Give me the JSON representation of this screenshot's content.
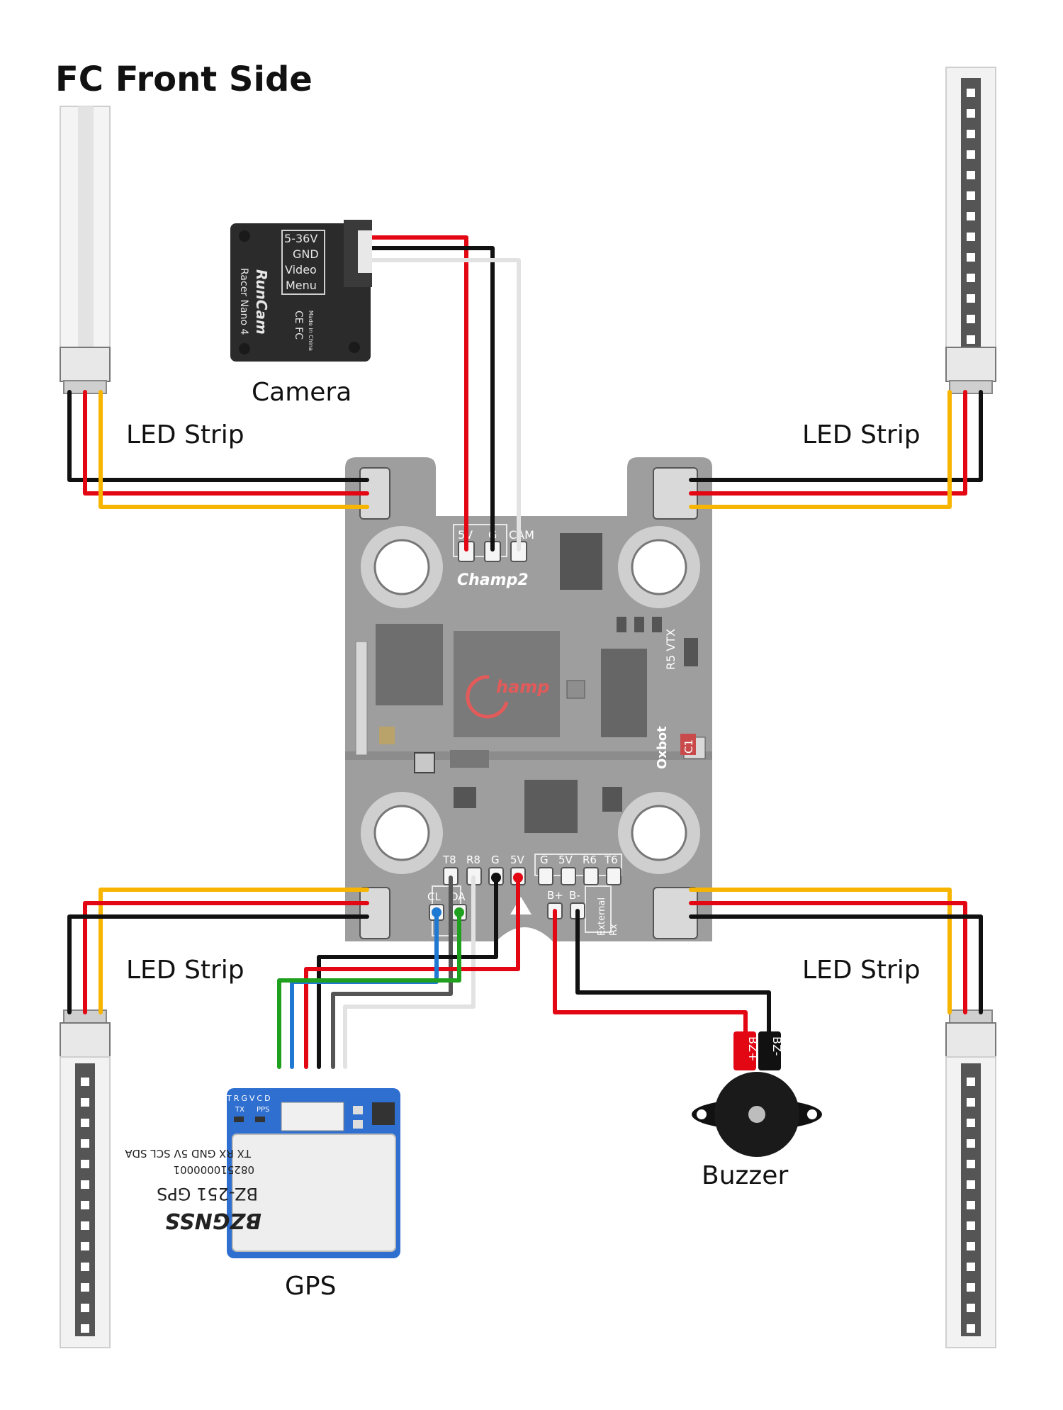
{
  "title": "FC Front Side",
  "labels": {
    "camera": "Camera",
    "led_strip_top_left": "LED Strip",
    "led_strip_top_right": "LED Strip",
    "led_strip_bottom_left": "LED Strip",
    "led_strip_bottom_right": "LED Strip",
    "gps": "GPS",
    "buzzer": "Buzzer"
  },
  "camera": {
    "pin_labels": [
      "5-36V",
      "GND",
      "Video",
      "Menu"
    ],
    "brand": "RunCam",
    "model": "Racer Nano 4",
    "cert": "CE FC",
    "origin": "Made in China"
  },
  "fc": {
    "name": "Champ2",
    "logo_text": "hamp",
    "maker": "Oxbot",
    "silk_top": [
      "5V",
      "G",
      "CAM"
    ],
    "silk_right": "R5 VTX",
    "silk_c1": "C1",
    "silk_bottom_left": [
      "T8",
      "R8",
      "G",
      "5V"
    ],
    "silk_bottom_right": [
      "G",
      "5V",
      "R6",
      "T6"
    ],
    "silk_i2c": [
      "CL",
      "DA"
    ],
    "silk_buzzer": [
      "B+",
      "B-"
    ],
    "silk_external": [
      "External",
      "Rx"
    ]
  },
  "gps": {
    "pins": "TRGVCD",
    "silk_tx": "TX",
    "silk_pps": "PPS",
    "module_pins": "TX RX GND 5V SCL SDA",
    "serial": "082510000001",
    "model": "BZ-251 GPS",
    "brand": "BZGNSS"
  },
  "buzzer": {
    "pos_label": "BZ+",
    "neg_label": "BZ-"
  },
  "colors": {
    "red": "#e30613",
    "black": "#111111",
    "yellow": "#f7b500",
    "white_wire": "#e2e2e2",
    "blue": "#1f78d1",
    "green": "#1fa01f",
    "board": "#9c9c9c",
    "dark_component": "#1f1f1f"
  }
}
